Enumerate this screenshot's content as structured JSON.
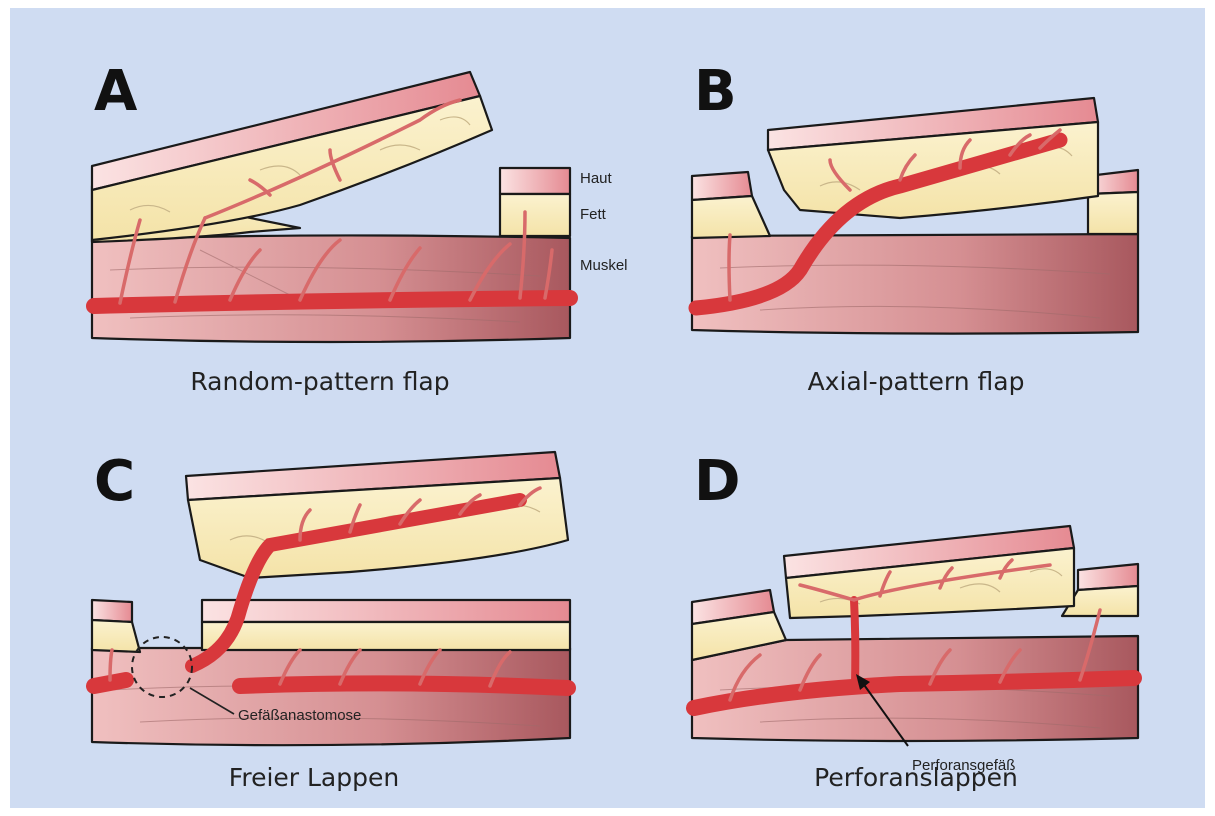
{
  "panels": [
    {
      "letter": "A",
      "caption": "Random-pattern flap"
    },
    {
      "letter": "B",
      "caption": "Axial-pattern flap"
    },
    {
      "letter": "C",
      "caption": "Freier Lappen"
    },
    {
      "letter": "D",
      "caption": "Perforanslappen"
    }
  ],
  "layer_labels": {
    "skin": "Haut",
    "fat": "Fett",
    "muscle": "Muskel"
  },
  "annotations": {
    "anastomosis": "Gefäßanastomose",
    "perforator": "Perforansgefäß"
  },
  "colors": {
    "background": "#cfdcf2",
    "skin": "#f3c7c7",
    "fat": "#f8ecc0",
    "muscle": "#d99a9a",
    "vessel": "#d8383c"
  }
}
